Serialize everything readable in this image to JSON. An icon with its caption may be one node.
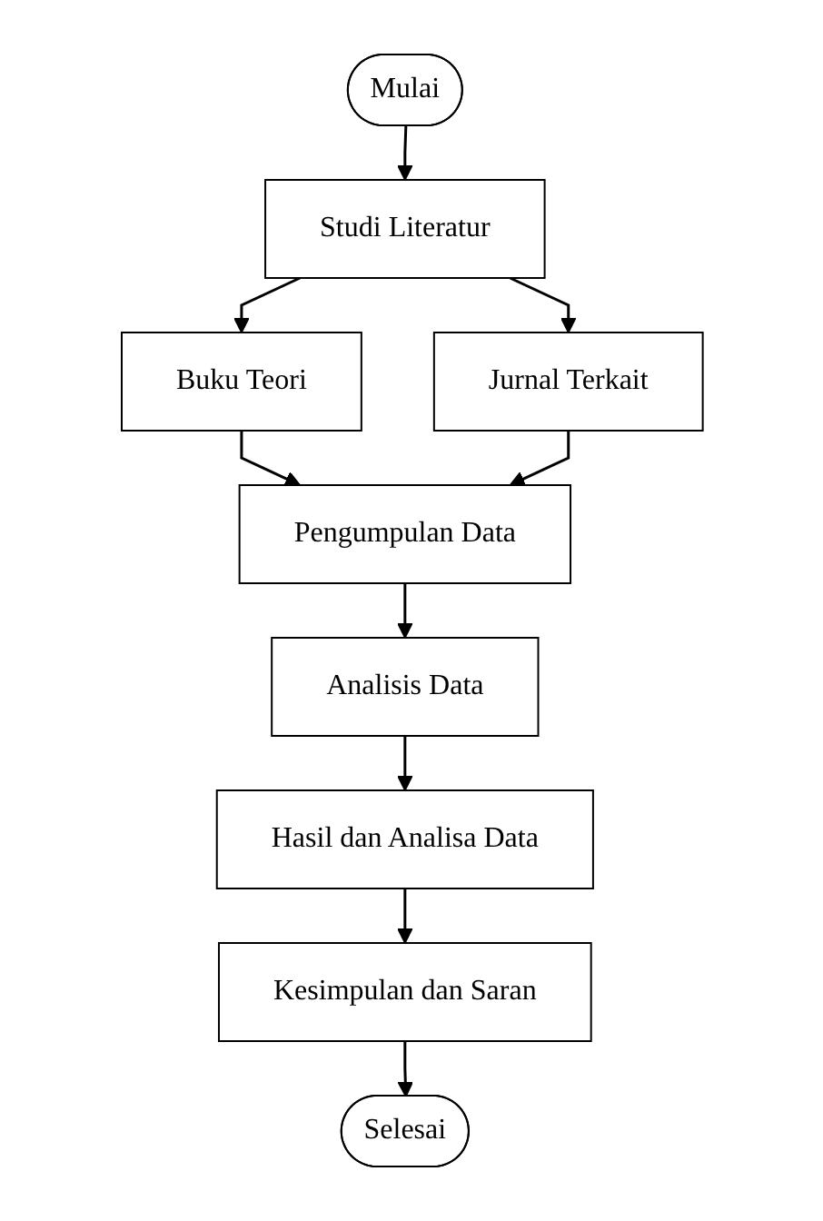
{
  "diagram": {
    "nodes": [
      {
        "text": [
          "Mulai"
        ]
      },
      {
        "text": [
          "Studi Literatur"
        ]
      },
      {
        "text": [
          "Buku Teori"
        ]
      },
      {
        "text": [
          "Jurnal Terkait"
        ]
      },
      {
        "text": [
          "Pengumpulan Data"
        ]
      },
      {
        "text": [
          "Analisis Data"
        ]
      },
      {
        "text": [
          "Hasil dan Analisa Data"
        ]
      },
      {
        "text": [
          "Kesimpulan dan Saran"
        ]
      },
      {
        "text": [
          "Selesai"
        ]
      }
    ],
    "edges": [
      {
        "from": 0,
        "to": 1,
        "arrow": "to"
      },
      {
        "from": 1,
        "to": 2,
        "arrow": "to"
      },
      {
        "from": 1,
        "to": 3,
        "arrow": "to"
      },
      {
        "from": 2,
        "to": 4,
        "arrow": "to"
      },
      {
        "from": 3,
        "to": 4,
        "arrow": "to"
      },
      {
        "from": 4,
        "to": 5,
        "arrow": "to"
      },
      {
        "from": 5,
        "to": 6,
        "arrow": "to"
      },
      {
        "from": 6,
        "to": 7,
        "arrow": "to"
      },
      {
        "from": 7,
        "to": 8,
        "arrow": "to"
      }
    ]
  }
}
